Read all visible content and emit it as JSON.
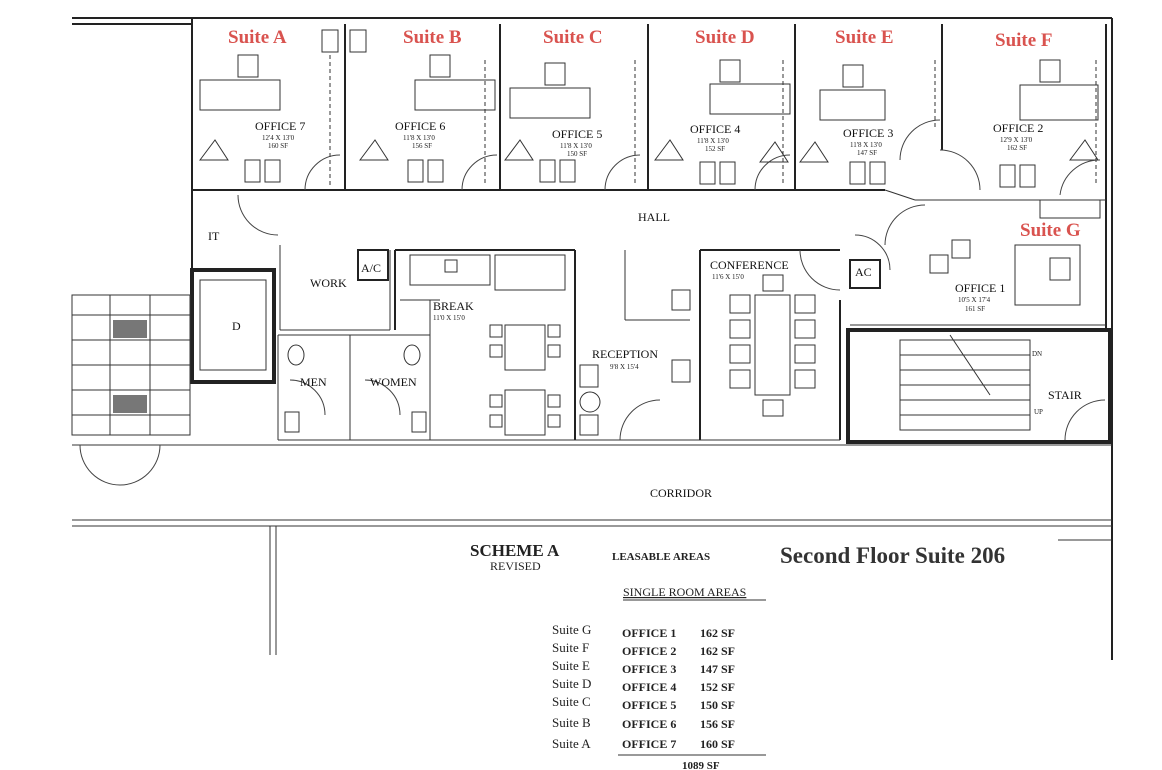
{
  "suites": [
    "Suite A",
    "Suite B",
    "Suite C",
    "Suite D",
    "Suite E",
    "Suite F",
    "Suite G"
  ],
  "offices": [
    {
      "name": "OFFICE 7",
      "dims": "12'4 X 13'0",
      "sf": "160 SF"
    },
    {
      "name": "OFFICE 6",
      "dims": "11'8 X 13'0",
      "sf": "156 SF"
    },
    {
      "name": "OFFICE 5",
      "dims": "11'8 X 13'0",
      "sf": "150 SF"
    },
    {
      "name": "OFFICE 4",
      "dims": "11'8 X 13'0",
      "sf": "152 SF"
    },
    {
      "name": "OFFICE 3",
      "dims": "11'8 X 13'0",
      "sf": "147 SF"
    },
    {
      "name": "OFFICE 2",
      "dims": "12'9 X 13'0",
      "sf": "162 SF"
    },
    {
      "name": "OFFICE 1",
      "dims": "10'5 X 17'4",
      "sf": "161 SF"
    }
  ],
  "rooms": {
    "hall": "HALL",
    "it": "IT",
    "work": "WORK",
    "ac1": "A/C",
    "ac2": "AC",
    "break": "BREAK",
    "break_dims": "11'0 X 15'0",
    "conference": "CONFERENCE",
    "conference_dims": "11'6 X 15'0",
    "reception": "RECEPTION",
    "reception_dims": "9'8 X 15'4",
    "men": "MEN",
    "women": "WOMEN",
    "stair": "STAIR",
    "dn": "DN",
    "up": "UP",
    "corridor": "CORRIDOR",
    "d": "D"
  },
  "legend": {
    "scheme": "SCHEME A",
    "revised": "REVISED",
    "leasable": "LEASABLE AREAS",
    "title": "Second Floor Suite 206",
    "single": "SINGLE ROOM AREAS",
    "total": "1089 SF"
  },
  "area_table": [
    {
      "suite": "Suite G",
      "office": "OFFICE 1",
      "sf": "162 SF"
    },
    {
      "suite": "Suite F",
      "office": "OFFICE 2",
      "sf": "162 SF"
    },
    {
      "suite": "Suite E",
      "office": "OFFICE 3",
      "sf": "147 SF"
    },
    {
      "suite": "Suite D",
      "office": "OFFICE 4",
      "sf": "152 SF"
    },
    {
      "suite": "Suite C",
      "office": "OFFICE 5",
      "sf": "150 SF"
    },
    {
      "suite": "Suite B",
      "office": "OFFICE 6",
      "sf": "156 SF"
    },
    {
      "suite": "Suite A",
      "office": "OFFICE 7",
      "sf": "160 SF"
    }
  ]
}
